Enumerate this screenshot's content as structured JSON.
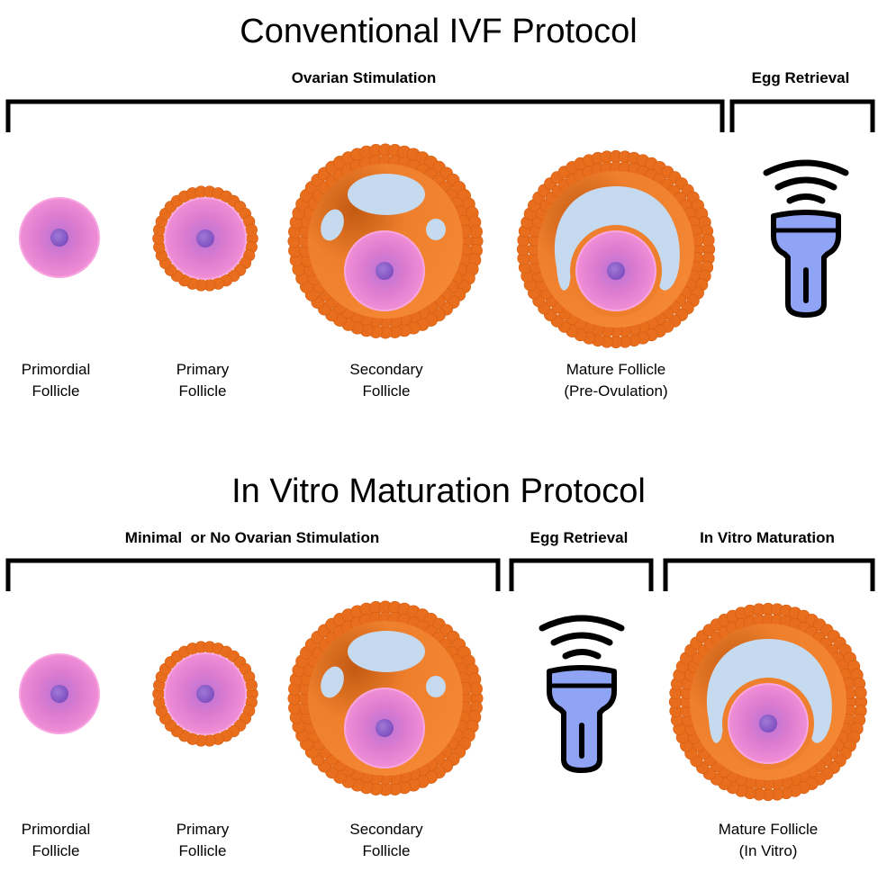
{
  "sections": [
    {
      "title": "Conventional IVF Protocol",
      "phases": [
        "Ovarian Stimulation",
        "Egg Retrieval"
      ],
      "stages": [
        {
          "line1": "Primordial",
          "line2": "Follicle"
        },
        {
          "line1": "Primary",
          "line2": "Follicle"
        },
        {
          "line1": "Secondary",
          "line2": "Follicle"
        },
        {
          "line1": "Mature Follicle",
          "line2": "(Pre-Ovulation)"
        }
      ]
    },
    {
      "title": "In Vitro Maturation Protocol",
      "phases": [
        "Minimal  or No Ovarian Stimulation",
        "Egg Retrieval",
        "In Vitro Maturation"
      ],
      "stages": [
        {
          "line1": "Primordial",
          "line2": "Follicle"
        },
        {
          "line1": "Primary",
          "line2": "Follicle"
        },
        {
          "line1": "Secondary",
          "line2": "Follicle"
        },
        {
          "line1": "Mature Follicle",
          "line2": "(In Vitro)"
        }
      ]
    }
  ],
  "icons": [
    "ultrasound-probe-icon",
    "ultrasound-probe-icon"
  ],
  "colors": {
    "oocyte": "#ec84cf",
    "nucleus": "#8a58c8",
    "granulosa": "#ee7f2c",
    "granulosa_dark": "#c85d10",
    "cell_bead": "#e86d1c",
    "antrum": "#c5d9ef",
    "probe": "#90a4f6",
    "ink": "#000000"
  }
}
